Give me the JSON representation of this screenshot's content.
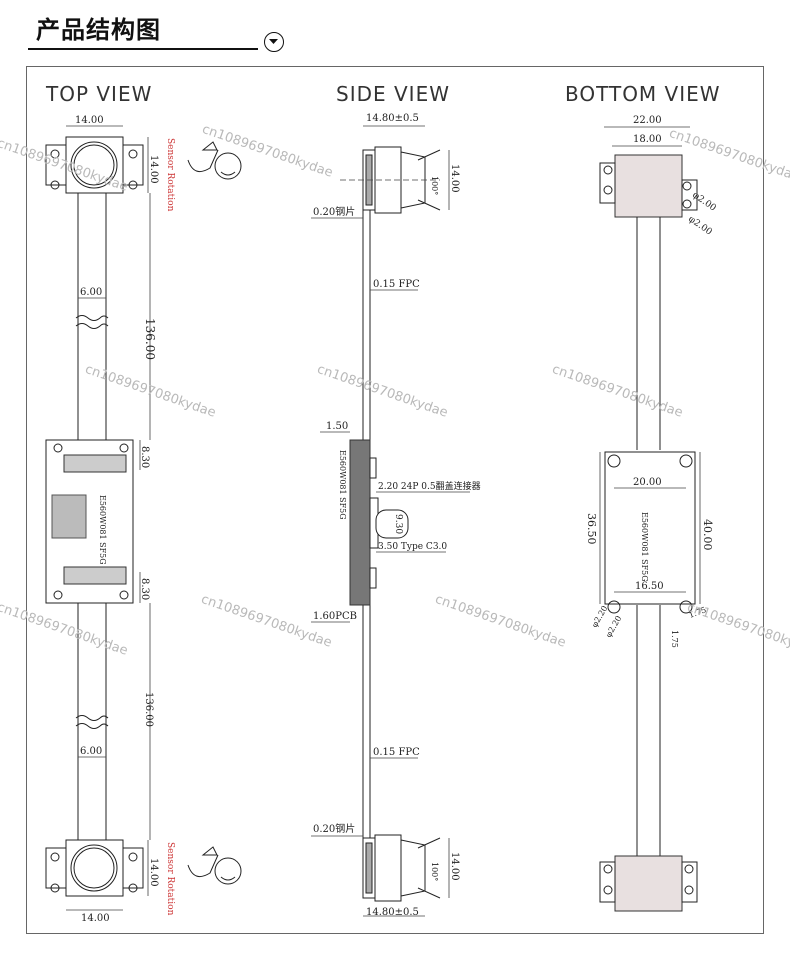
{
  "header": {
    "title": "产品结构图"
  },
  "views": {
    "top": "TOP VIEW",
    "side": "SIDE VIEW",
    "bottom": "BOTTOM  VIEW"
  },
  "top_view": {
    "dim_width_top": "14.00",
    "dim_height_top": "14.00",
    "dim_fpc_width_upper": "6.00",
    "dim_length_upper": "136.00",
    "dim_pad_upper": "8.30",
    "dim_pad_lower": "8.30",
    "dim_length_lower": "136.00",
    "dim_fpc_width_lower": "6.00",
    "dim_height_bottom": "14.00",
    "dim_width_bottom": "14.00",
    "rotation_note": "Sensor Rotation",
    "pcb_label": "E560W081 SF5G"
  },
  "side_view": {
    "dim_top_width": "14.80±0.5",
    "dim_top_height": "14.00",
    "angle_top": "100°",
    "steel_upper": "0.20钢片",
    "fpc_upper": "0.15 FPC",
    "dim_150": "1.50",
    "connector": "2.20  24P 0.5翻盖连接器",
    "dim_930": "9.30",
    "typec": "3.50 Type C3.0",
    "pcb": "1.60PCB",
    "fpc_lower": "0.15 FPC",
    "steel_lower": "0.20钢片",
    "dim_bottom_height": "14.00",
    "angle_bottom": "100°",
    "dim_bottom_width": "14.80±0.5",
    "side_label": "E560W081 SF5G"
  },
  "bottom_view": {
    "dim_outer": "22.00",
    "dim_inner": "18.00",
    "hole_a": "φ2.00",
    "hole_b": "φ2.00",
    "dim_board_width": "20.00",
    "dim_board_height_left": "36.50",
    "dim_board_height_right": "40.00",
    "dim_hole_span": "16.50",
    "hole_c": "φ2.20",
    "hole_d": "φ2.20",
    "dim_c1": "1.75",
    "dim_c2": "1.75",
    "pcb_label": "E560W081 SF5G"
  },
  "watermark": "cn1089697080kydae"
}
